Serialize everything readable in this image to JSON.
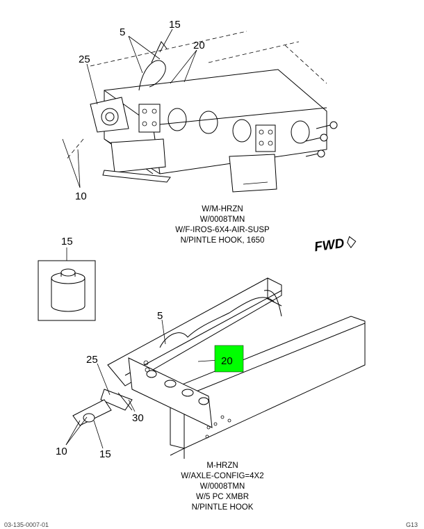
{
  "top_view": {
    "callouts": [
      "15",
      "5",
      "20",
      "25",
      "10"
    ],
    "caption": [
      "W/M-HRZN",
      "W/0008TMN",
      "W/F-IROS-6X4-AIR-SUSP",
      "N/PINTLE HOOK, 1650"
    ]
  },
  "direction_label": "FWD",
  "inset": {
    "callout": "15"
  },
  "bottom_view": {
    "callouts": [
      "5",
      "20",
      "25",
      "30",
      "10",
      "15"
    ],
    "caption": [
      "M-HRZN",
      "W/AXLE-CONFIG=4X2",
      "W/0008TMN",
      "W/5 PC XMBR",
      "N/PINTLE HOOK"
    ],
    "highlight_color": "#00ff00"
  },
  "footer": {
    "left": "03-135-0007-01",
    "right": "G13"
  }
}
